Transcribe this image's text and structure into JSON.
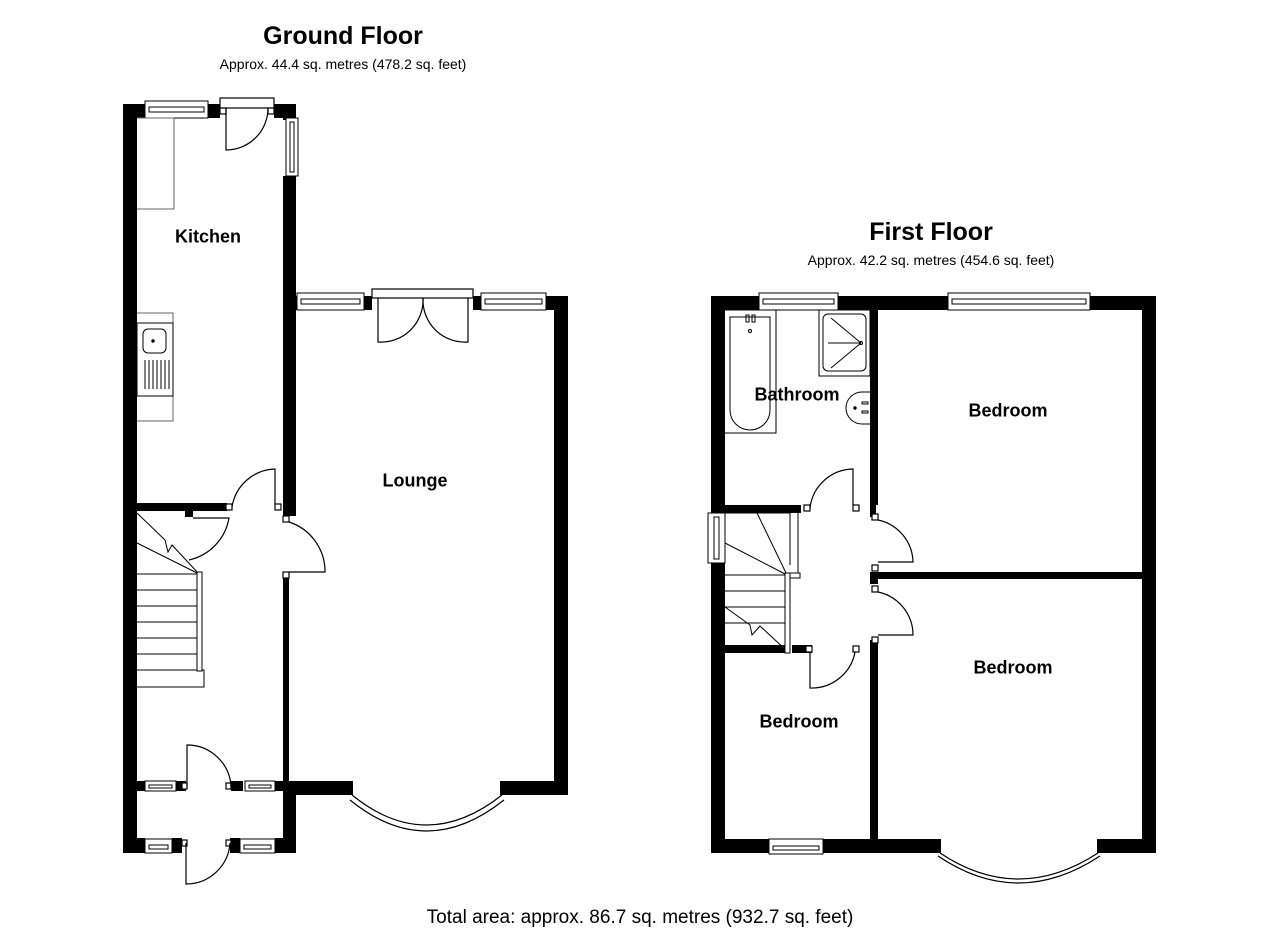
{
  "ground_floor": {
    "title": "Ground Floor",
    "area": "Approx.  44.4 sq. metres (478.2 sq. feet)",
    "rooms": [
      {
        "name": "Kitchen"
      },
      {
        "name": "Lounge"
      }
    ]
  },
  "first_floor": {
    "title": "First Floor",
    "area": "Approx.  42.2 sq. metres (454.6 sq. feet)",
    "rooms": [
      {
        "name": "Bathroom"
      },
      {
        "name": "Bedroom"
      },
      {
        "name": "Bedroom"
      },
      {
        "name": "Bedroom"
      }
    ]
  },
  "total_area": "Total area: approx.  86.7 sq. metres (932.7 sq. feet)",
  "colors": {
    "wall": "#000000",
    "background": "#ffffff",
    "fixture_line": "#000000"
  }
}
